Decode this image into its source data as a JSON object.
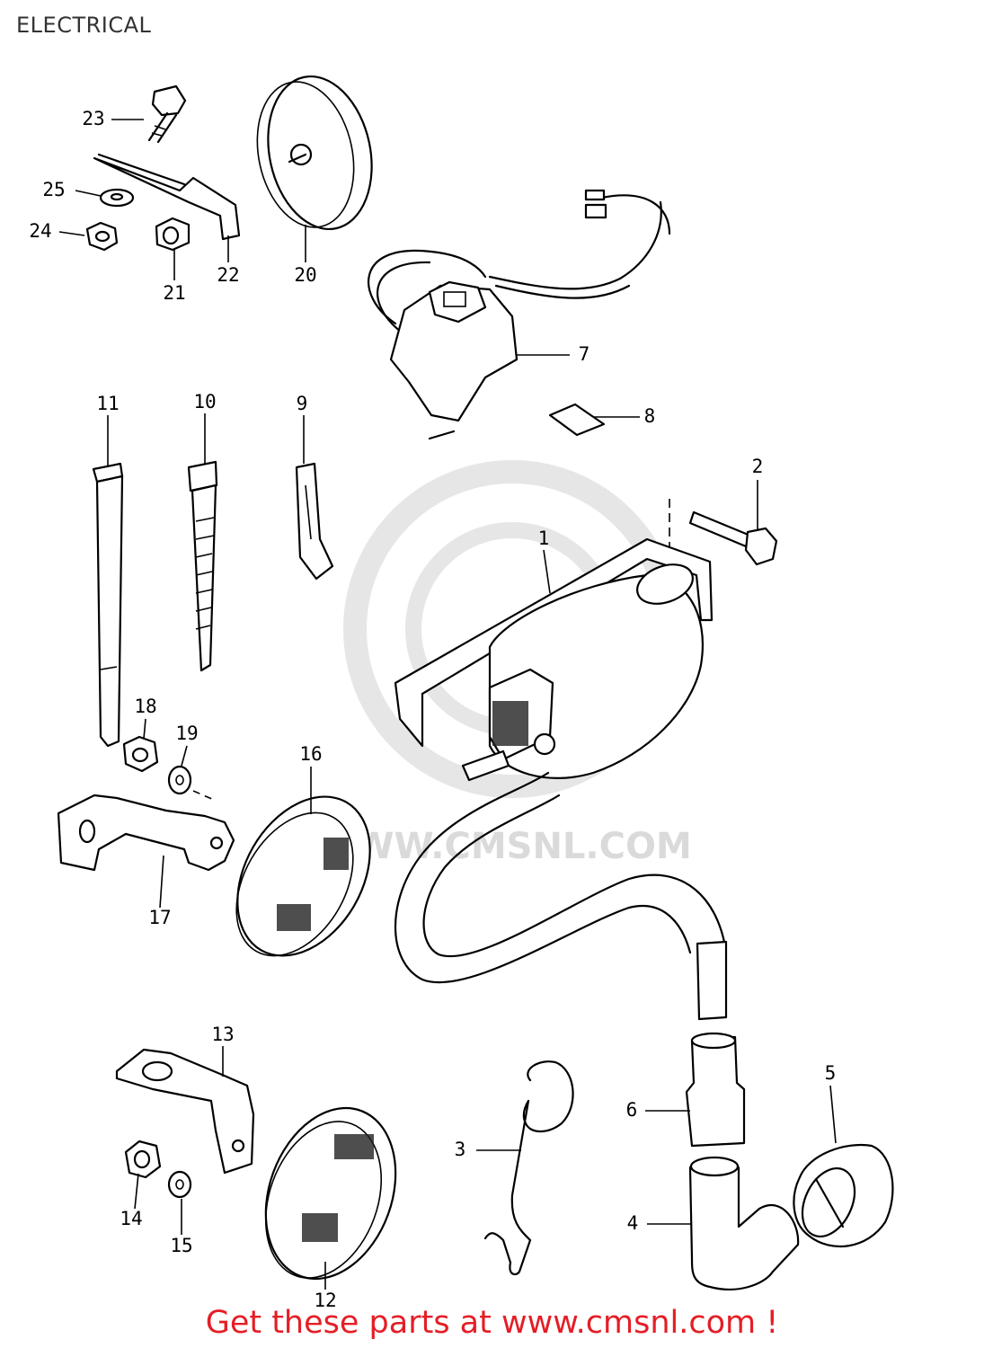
{
  "title": "ELECTRICAL",
  "watermark": "WWW.CMSNL.COM",
  "footer": "Get these parts at www.cmsnl.com !",
  "colors": {
    "footer": "#e41e26",
    "ink": "#000000",
    "watermark": "#bdbdbd"
  },
  "callouts": {
    "p1": "1",
    "p2": "2",
    "p3": "3",
    "p4": "4",
    "p5": "5",
    "p6": "6",
    "p7": "7",
    "p8": "8",
    "p9": "9",
    "p10": "10",
    "p11": "11",
    "p12": "12",
    "p13": "13",
    "p14": "14",
    "p15": "15",
    "p16": "16",
    "p17": "17",
    "p18": "18",
    "p19": "19",
    "p20": "20",
    "p21": "21",
    "p22": "22",
    "p23": "23",
    "p24": "24",
    "p25": "25"
  }
}
